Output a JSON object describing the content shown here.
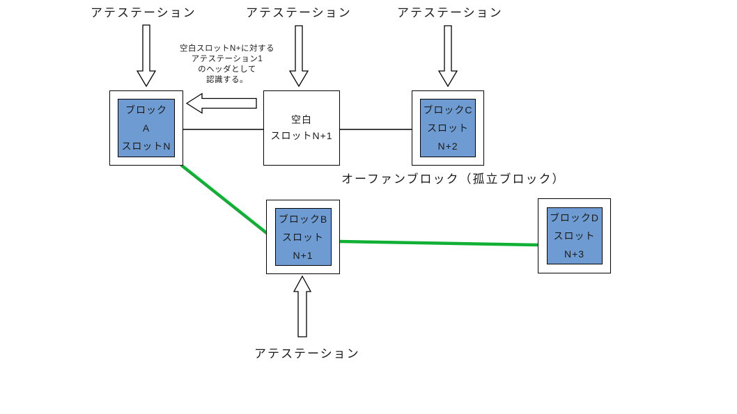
{
  "diagram": {
    "title_hint": "beacon-chain fork / orphan block diagram",
    "colors": {
      "background": "#ffffff",
      "block_fill": "#6E9CD2",
      "block_border": "#000000",
      "outer_border": "#000000",
      "green_link": "#10B035",
      "connector": "#000000",
      "text": "#1a1a1a"
    },
    "labels": {
      "attestation_top_left": "アテステーション",
      "attestation_top_middle": "アテステーション",
      "attestation_top_right": "アテステーション",
      "attestation_bottom": "アテステーション",
      "orphan": "オーファンブロック（孤立ブロック）",
      "annotation_lines": [
        "空白スロットN+に対する",
        "アテステーション1",
        "のヘッダとして",
        "認識する。"
      ]
    },
    "blocks": {
      "block_a": {
        "lines": [
          "ブロック",
          "A",
          "スロットN"
        ]
      },
      "blank": {
        "lines": [
          "空白",
          "スロットN+1"
        ]
      },
      "block_c": {
        "lines": [
          "ブロックC",
          "スロット",
          "N+2"
        ]
      },
      "block_b": {
        "lines": [
          "ブロックB",
          "スロット",
          "N+1"
        ]
      },
      "block_d": {
        "lines": [
          "ブロックD",
          "スロット",
          "N+3"
        ]
      }
    }
  }
}
